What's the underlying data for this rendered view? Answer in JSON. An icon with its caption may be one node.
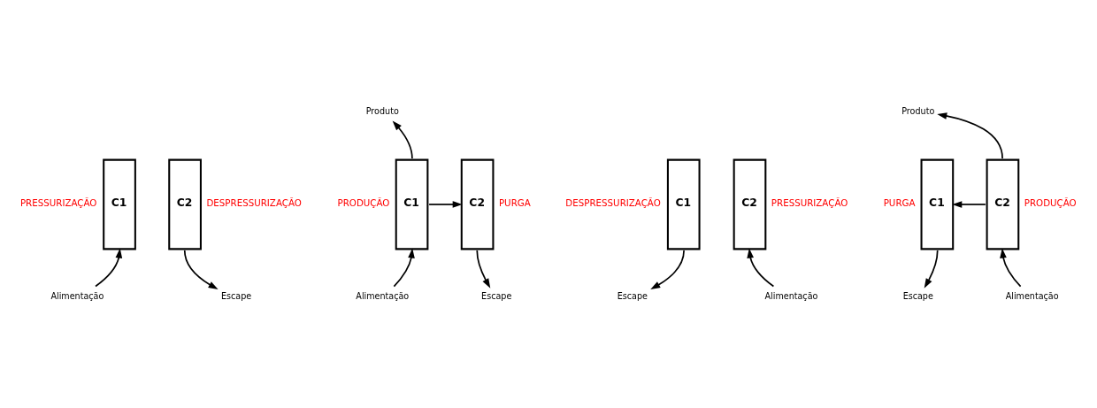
{
  "diagram": {
    "nodes": [
      {
        "text": [
          "C1"
        ],
        "beside": [
          "PRESSURIZAÇÃO"
        ]
      },
      {
        "text": [
          "C2"
        ],
        "beside": [
          "DESPRESSURIZAÇÃO"
        ]
      },
      {
        "text": [
          "Alimentação"
        ]
      },
      {
        "text": [
          "Escape"
        ]
      },
      {
        "text": [
          "Produto"
        ]
      },
      {
        "text": [
          "C1"
        ],
        "beside": [
          "PRODUÇÃO"
        ]
      },
      {
        "text": [
          "C2"
        ],
        "beside": [
          "PURGA"
        ]
      },
      {
        "text": [
          "Alimentação"
        ]
      },
      {
        "text": [
          "Escape"
        ]
      },
      {
        "text": [
          "C1"
        ],
        "beside": [
          "DESPRESSURIZAÇÃO"
        ]
      },
      {
        "text": [
          "C2"
        ],
        "beside": [
          "PRESSURIZAÇÃO"
        ]
      },
      {
        "text": [
          "Escape"
        ]
      },
      {
        "text": [
          "Alimentação"
        ]
      },
      {
        "text": [
          "Produto"
        ]
      },
      {
        "text": [
          "C1"
        ],
        "beside": [
          "PURGA"
        ]
      },
      {
        "text": [
          "C2"
        ],
        "beside": [
          "PRODUÇÃO"
        ]
      },
      {
        "text": [
          "Escape"
        ]
      },
      {
        "text": [
          "Alimentação"
        ]
      }
    ],
    "edges": [
      {
        "from": 2,
        "to": 0,
        "arrow": "to"
      },
      {
        "from": 1,
        "to": 3,
        "arrow": "to"
      },
      {
        "from": 7,
        "to": 5,
        "arrow": "to"
      },
      {
        "from": 5,
        "to": 4,
        "arrow": "to"
      },
      {
        "from": 5,
        "to": 6,
        "arrow": "to"
      },
      {
        "from": 6,
        "to": 8,
        "arrow": "to"
      },
      {
        "from": 9,
        "to": 11,
        "arrow": "to"
      },
      {
        "from": 12,
        "to": 10,
        "arrow": "to"
      },
      {
        "from": 15,
        "to": 13,
        "arrow": "to"
      },
      {
        "from": 15,
        "to": 14,
        "arrow": "to"
      },
      {
        "from": 14,
        "to": 16,
        "arrow": "to"
      },
      {
        "from": 17,
        "to": 15,
        "arrow": "to"
      }
    ]
  }
}
